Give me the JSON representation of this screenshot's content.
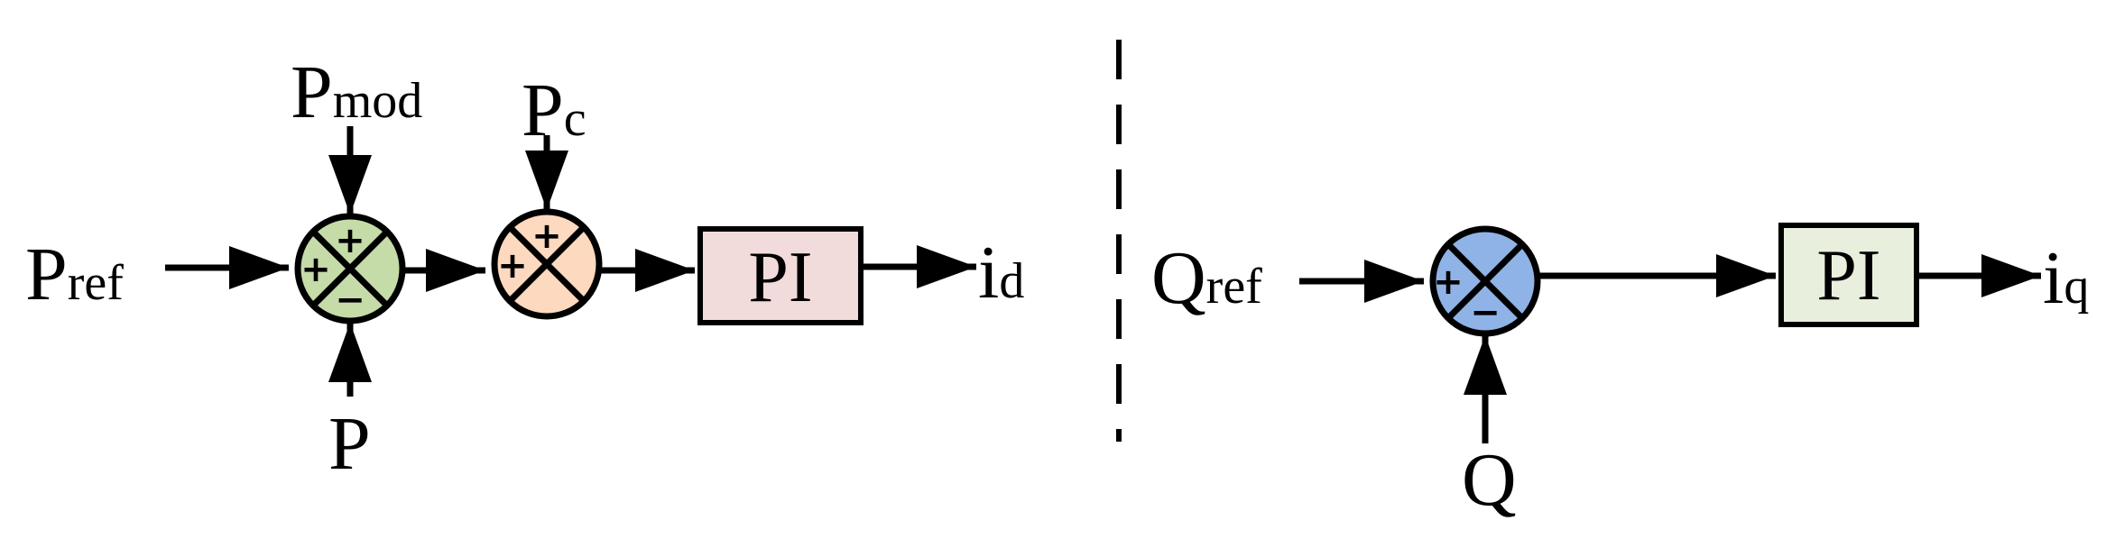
{
  "colors": {
    "sum_left": "#c5dba8",
    "sum_mid": "#fcd9bf",
    "sum_right": "#8fb3e6",
    "pi_left": "#f1dcdb",
    "pi_right": "#e8f0dd",
    "line": "#000000"
  },
  "labels": {
    "p_ref": {
      "main": "P",
      "sub": "ref"
    },
    "p_mod": {
      "main": "P",
      "sub": "mod"
    },
    "p_c": {
      "main": "P",
      "sub": "c"
    },
    "p": {
      "main": "P"
    },
    "i_d": {
      "main": "i",
      "sub": "d"
    },
    "q_ref": {
      "main": "Q",
      "sub": "ref"
    },
    "q": {
      "main": "Q"
    },
    "i_q": {
      "main": "i",
      "sub": "q"
    }
  },
  "blocks": {
    "pi_left": "PI",
    "pi_right": "PI"
  },
  "signs": {
    "sum_left": {
      "top": "+",
      "left": "+",
      "bottom": "−"
    },
    "sum_mid": {
      "top": "+",
      "left": "+"
    },
    "sum_right": {
      "left": "+",
      "bottom": "−"
    }
  }
}
